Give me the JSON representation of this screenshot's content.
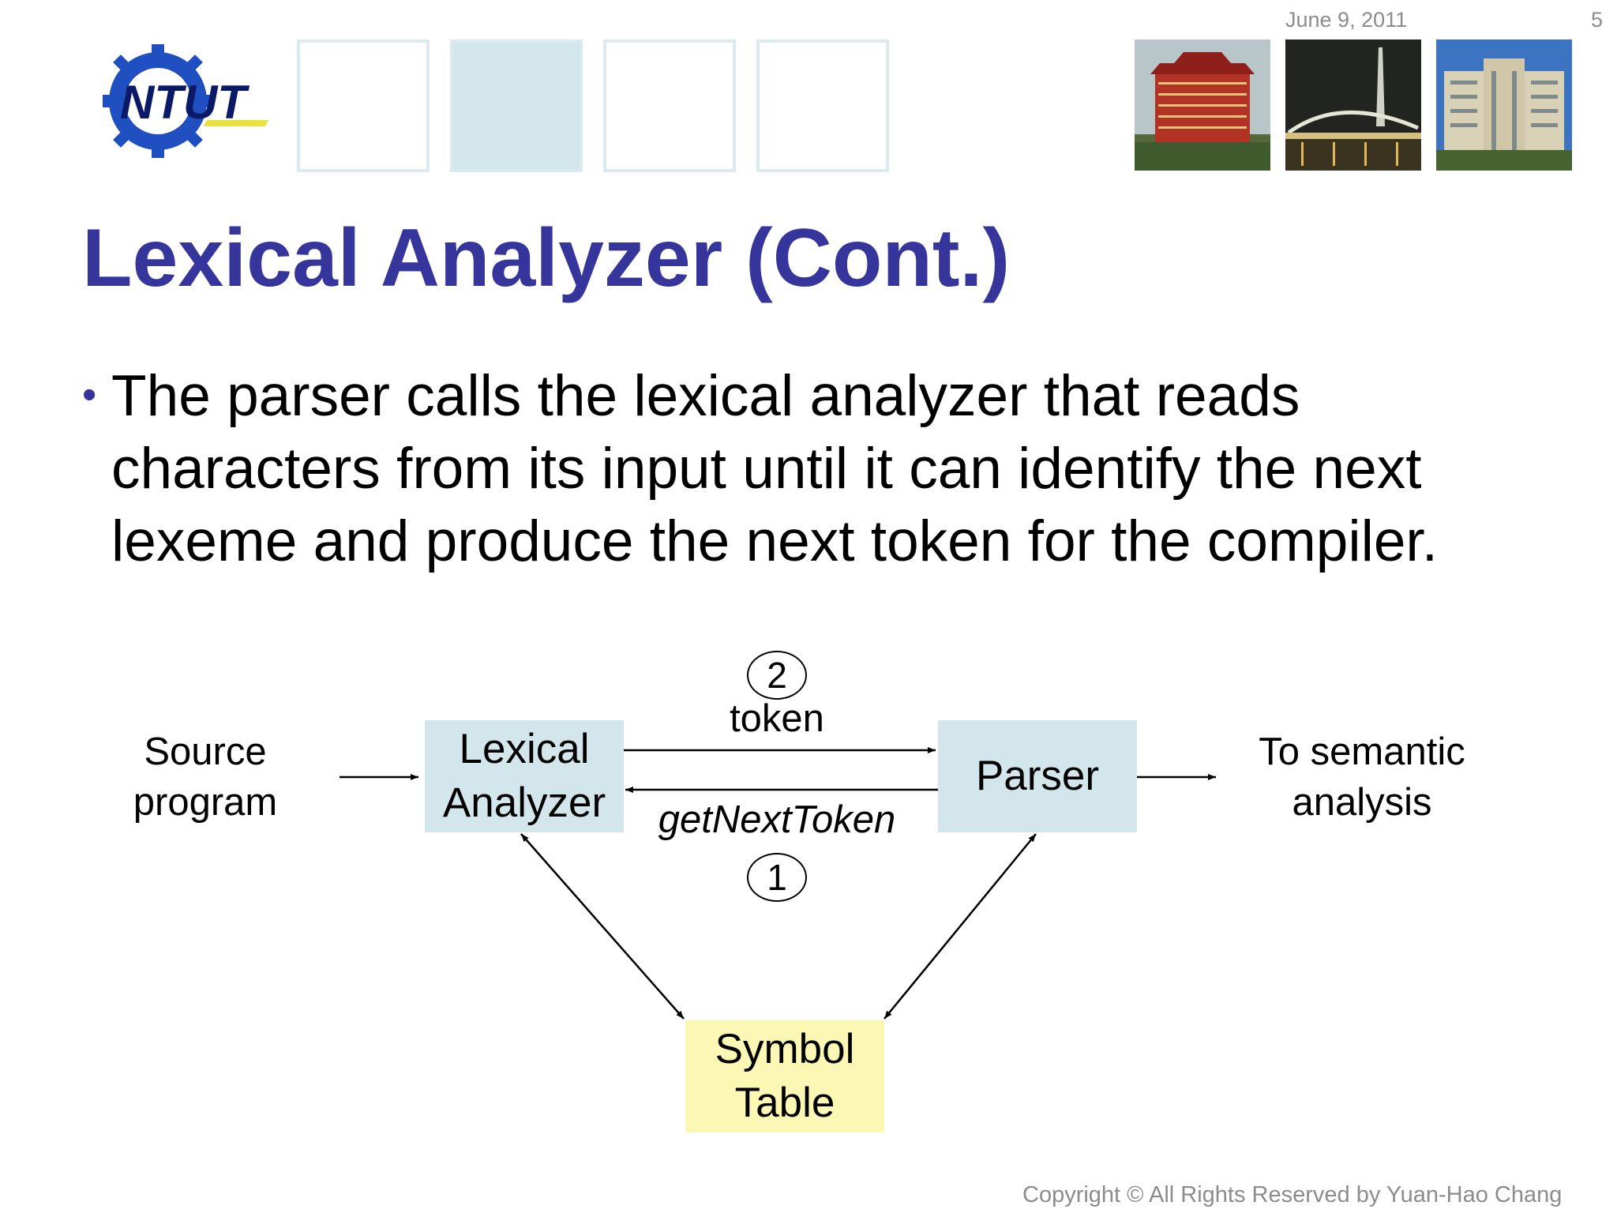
{
  "header": {
    "date": "June 9, 2011",
    "page_number": "5",
    "logo_text": "NTUT"
  },
  "title": "Lexical Analyzer (Cont.)",
  "bullet": "The parser calls the lexical analyzer that reads characters from its input until it can identify the next lexeme and produce the next token for the compiler.",
  "diagram": {
    "source_program": [
      "Source",
      "program"
    ],
    "lexical_analyzer": [
      "Lexical",
      "Analyzer"
    ],
    "parser": "Parser",
    "to_semantic": [
      "To semantic",
      "analysis"
    ],
    "symbol_table": [
      "Symbol",
      "Table"
    ],
    "token_label": "token",
    "getnexttoken_label": "getNextToken",
    "step_token": "2",
    "step_getnexttoken": "1"
  },
  "footer": {
    "copyright": "Copyright © All Rights Reserved by Yuan-Hao Chang"
  },
  "colors": {
    "title": "#35359b",
    "node_fill": "#d3e6eb",
    "symbol_table_fill": "#fbf8b5",
    "header_text": "#8c8c8c"
  }
}
